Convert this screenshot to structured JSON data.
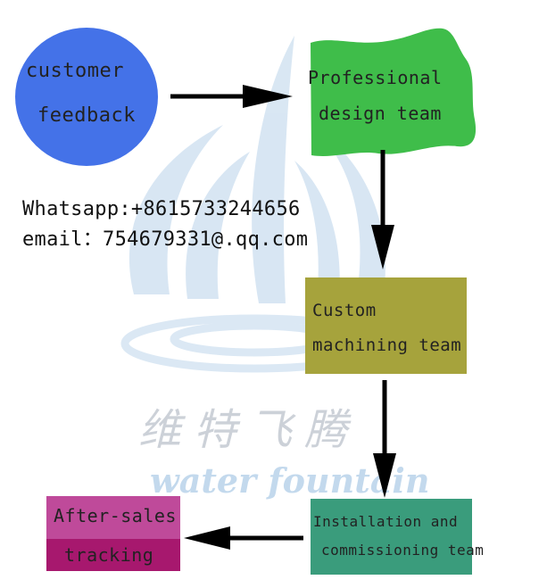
{
  "colors": {
    "feedback": "#4472e8",
    "design": "#3fbd4a",
    "machining": "#a6a33c",
    "install": "#3a9c7c",
    "after_top": "#bf4a9a",
    "after_bottom": "#a7186e",
    "arrow": "#000000",
    "watermark": "#b9d3ea"
  },
  "nodes": {
    "feedback": {
      "line1": "customer",
      "line2": "feedback"
    },
    "design": {
      "line1": "Professional",
      "line2": "design team"
    },
    "machining": {
      "line1": "Custom",
      "line2": "machining team"
    },
    "install": {
      "line1": "Installation and",
      "line2": "commissioning team"
    },
    "aftersales": {
      "line1": "After-sales",
      "line2": "tracking"
    }
  },
  "contact": {
    "whatsapp": "Whatsapp:+8615733244656",
    "email": "email：754679331@.qq.com"
  },
  "watermark": {
    "chinese": "维特飞腾",
    "english": "water fountain"
  }
}
